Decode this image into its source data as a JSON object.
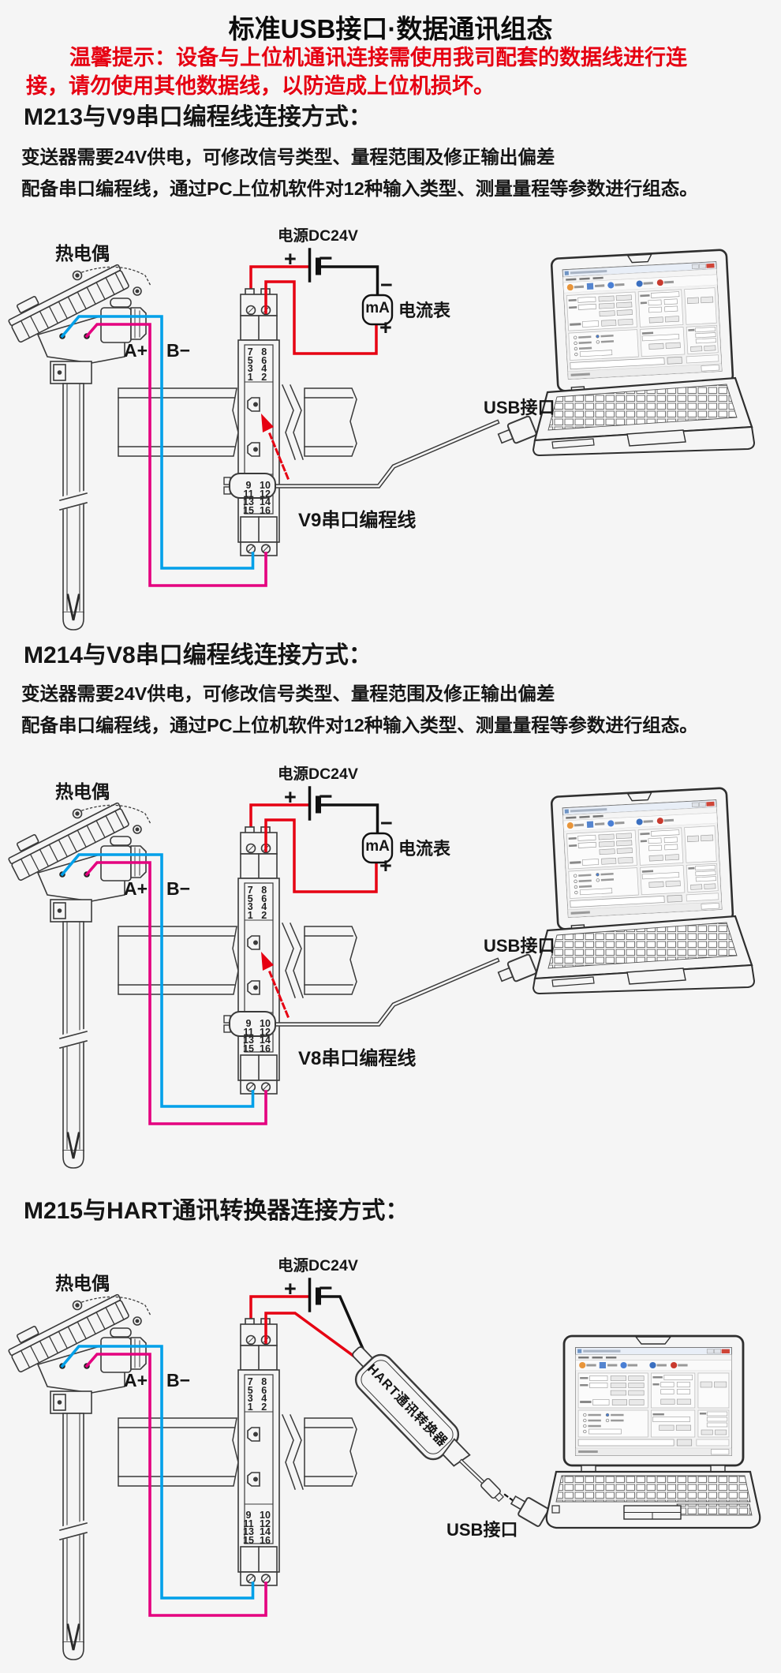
{
  "page": {
    "title": "标准USB接口·数据通讯组态"
  },
  "warning": {
    "line1": "温馨提示：设备与上位机通讯连接需使用我司配套的数据线进行连",
    "line2": "接，请勿使用其他数据线，以防造成上位机损坏。"
  },
  "sections": [
    {
      "heading": "M213与V9串口编程线连接方式：",
      "desc1": "变送器需要24V供电，可修改信号类型、量程范围及修正输出偏差",
      "desc2": "配备串口编程线，通过PC上位机软件对12种输入类型、测量量程等参数进行组态。",
      "cable_label": "V9串口编程线"
    },
    {
      "heading": "M214与V8串口编程线连接方式：",
      "desc1": "变送器需要24V供电，可修改信号类型、量程范围及修正输出偏差",
      "desc2": "配备串口编程线，通过PC上位机软件对12种输入类型、测量量程等参数进行组态。",
      "cable_label": "V8串口编程线"
    },
    {
      "heading": "M215与HART通讯转换器连接方式：",
      "converter_label": "HART通讯转换器"
    }
  ],
  "labels": {
    "thermocouple": "热电偶",
    "power": "电源DC24V",
    "ammeter": "电流表",
    "ammeter_unit": "mA",
    "usb": "USB接口",
    "a_plus": "A+",
    "b_minus": "B−",
    "plus": "+",
    "minus": "−"
  },
  "terminals": {
    "top": [
      "7",
      "8",
      "5",
      "6",
      "3",
      "4",
      "1",
      "2"
    ],
    "bottom": [
      "9",
      "10",
      "11",
      "12",
      "13",
      "14",
      "15",
      "16"
    ]
  },
  "colors": {
    "wire_red": "#e60012",
    "wire_pink": "#e4007f",
    "wire_blue": "#00a0e9",
    "warning_red": "#e60012"
  }
}
